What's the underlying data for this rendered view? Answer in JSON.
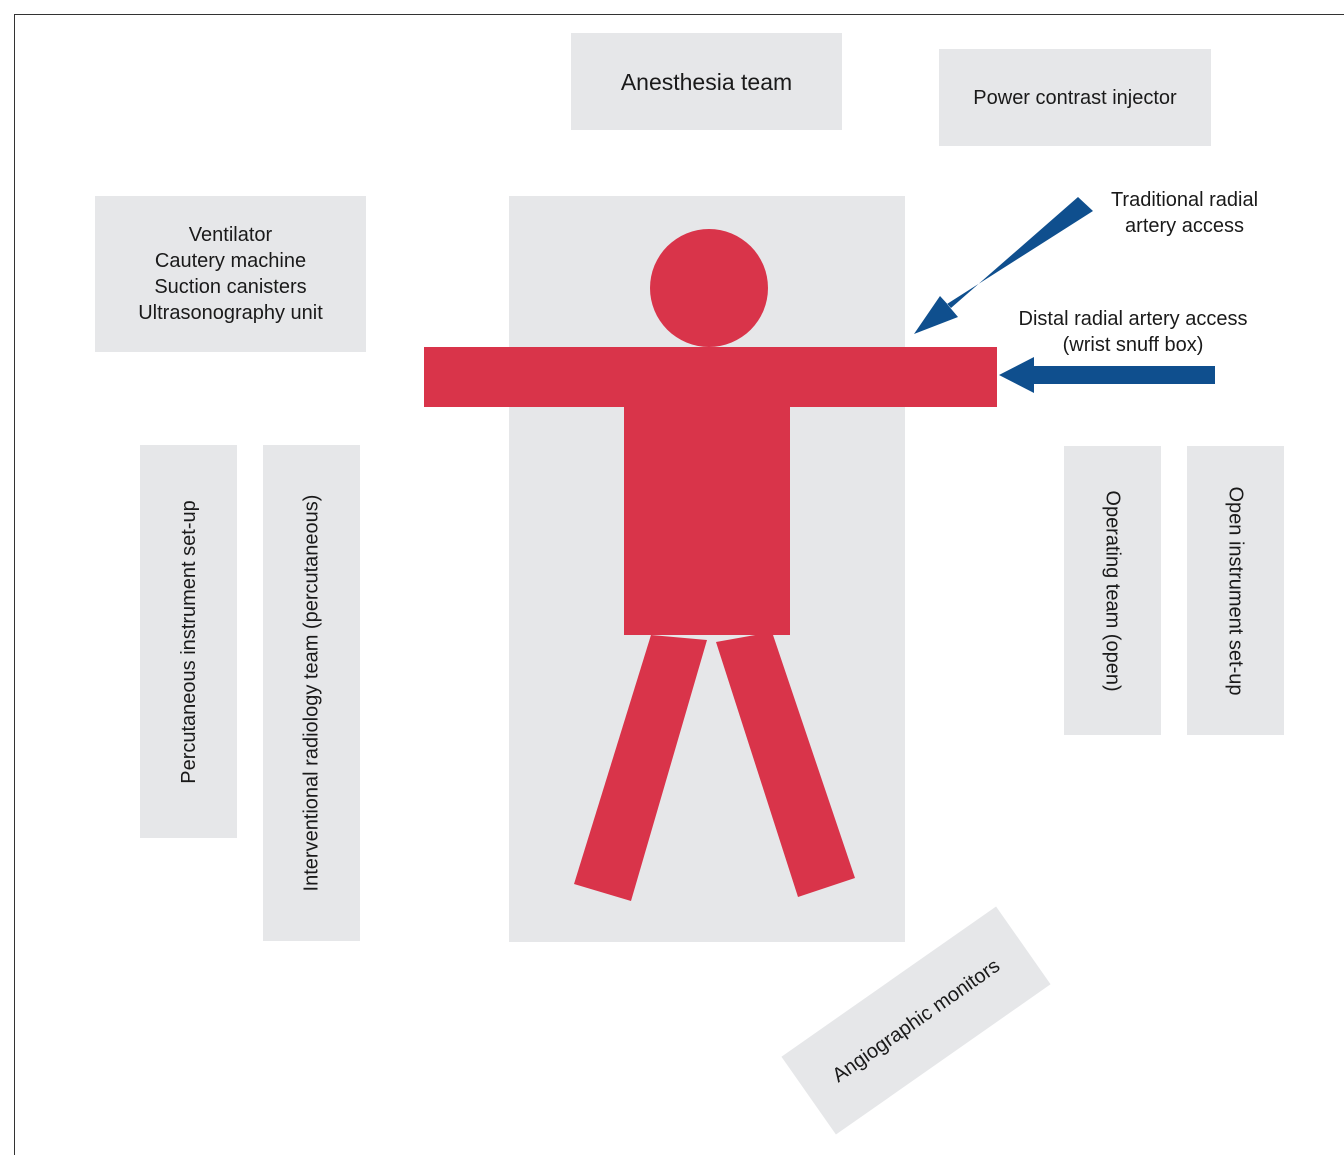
{
  "boxes": {
    "anesthesia_team": "Anesthesia team",
    "power_injector": "Power contrast injector",
    "equipment": "Ventilator\nCautery machine\nSuction canisters\nUltrasonography unit",
    "percutaneous_setup": "Percutaneous instrument set-up",
    "ir_team": "Interventional radiology team (percutaneous)",
    "operating_team": "Operating team (open)",
    "open_setup": "Open instrument set-up",
    "angiographic_monitors": "Angiographic monitors"
  },
  "annotations": {
    "traditional_access": "Traditional radial\nartery access",
    "distal_access": "Distal radial artery access\n(wrist snuff box)"
  },
  "colors": {
    "box_fill": "#e6e7e9",
    "patient": "#d9344a",
    "arrow": "#0f4f8e"
  }
}
